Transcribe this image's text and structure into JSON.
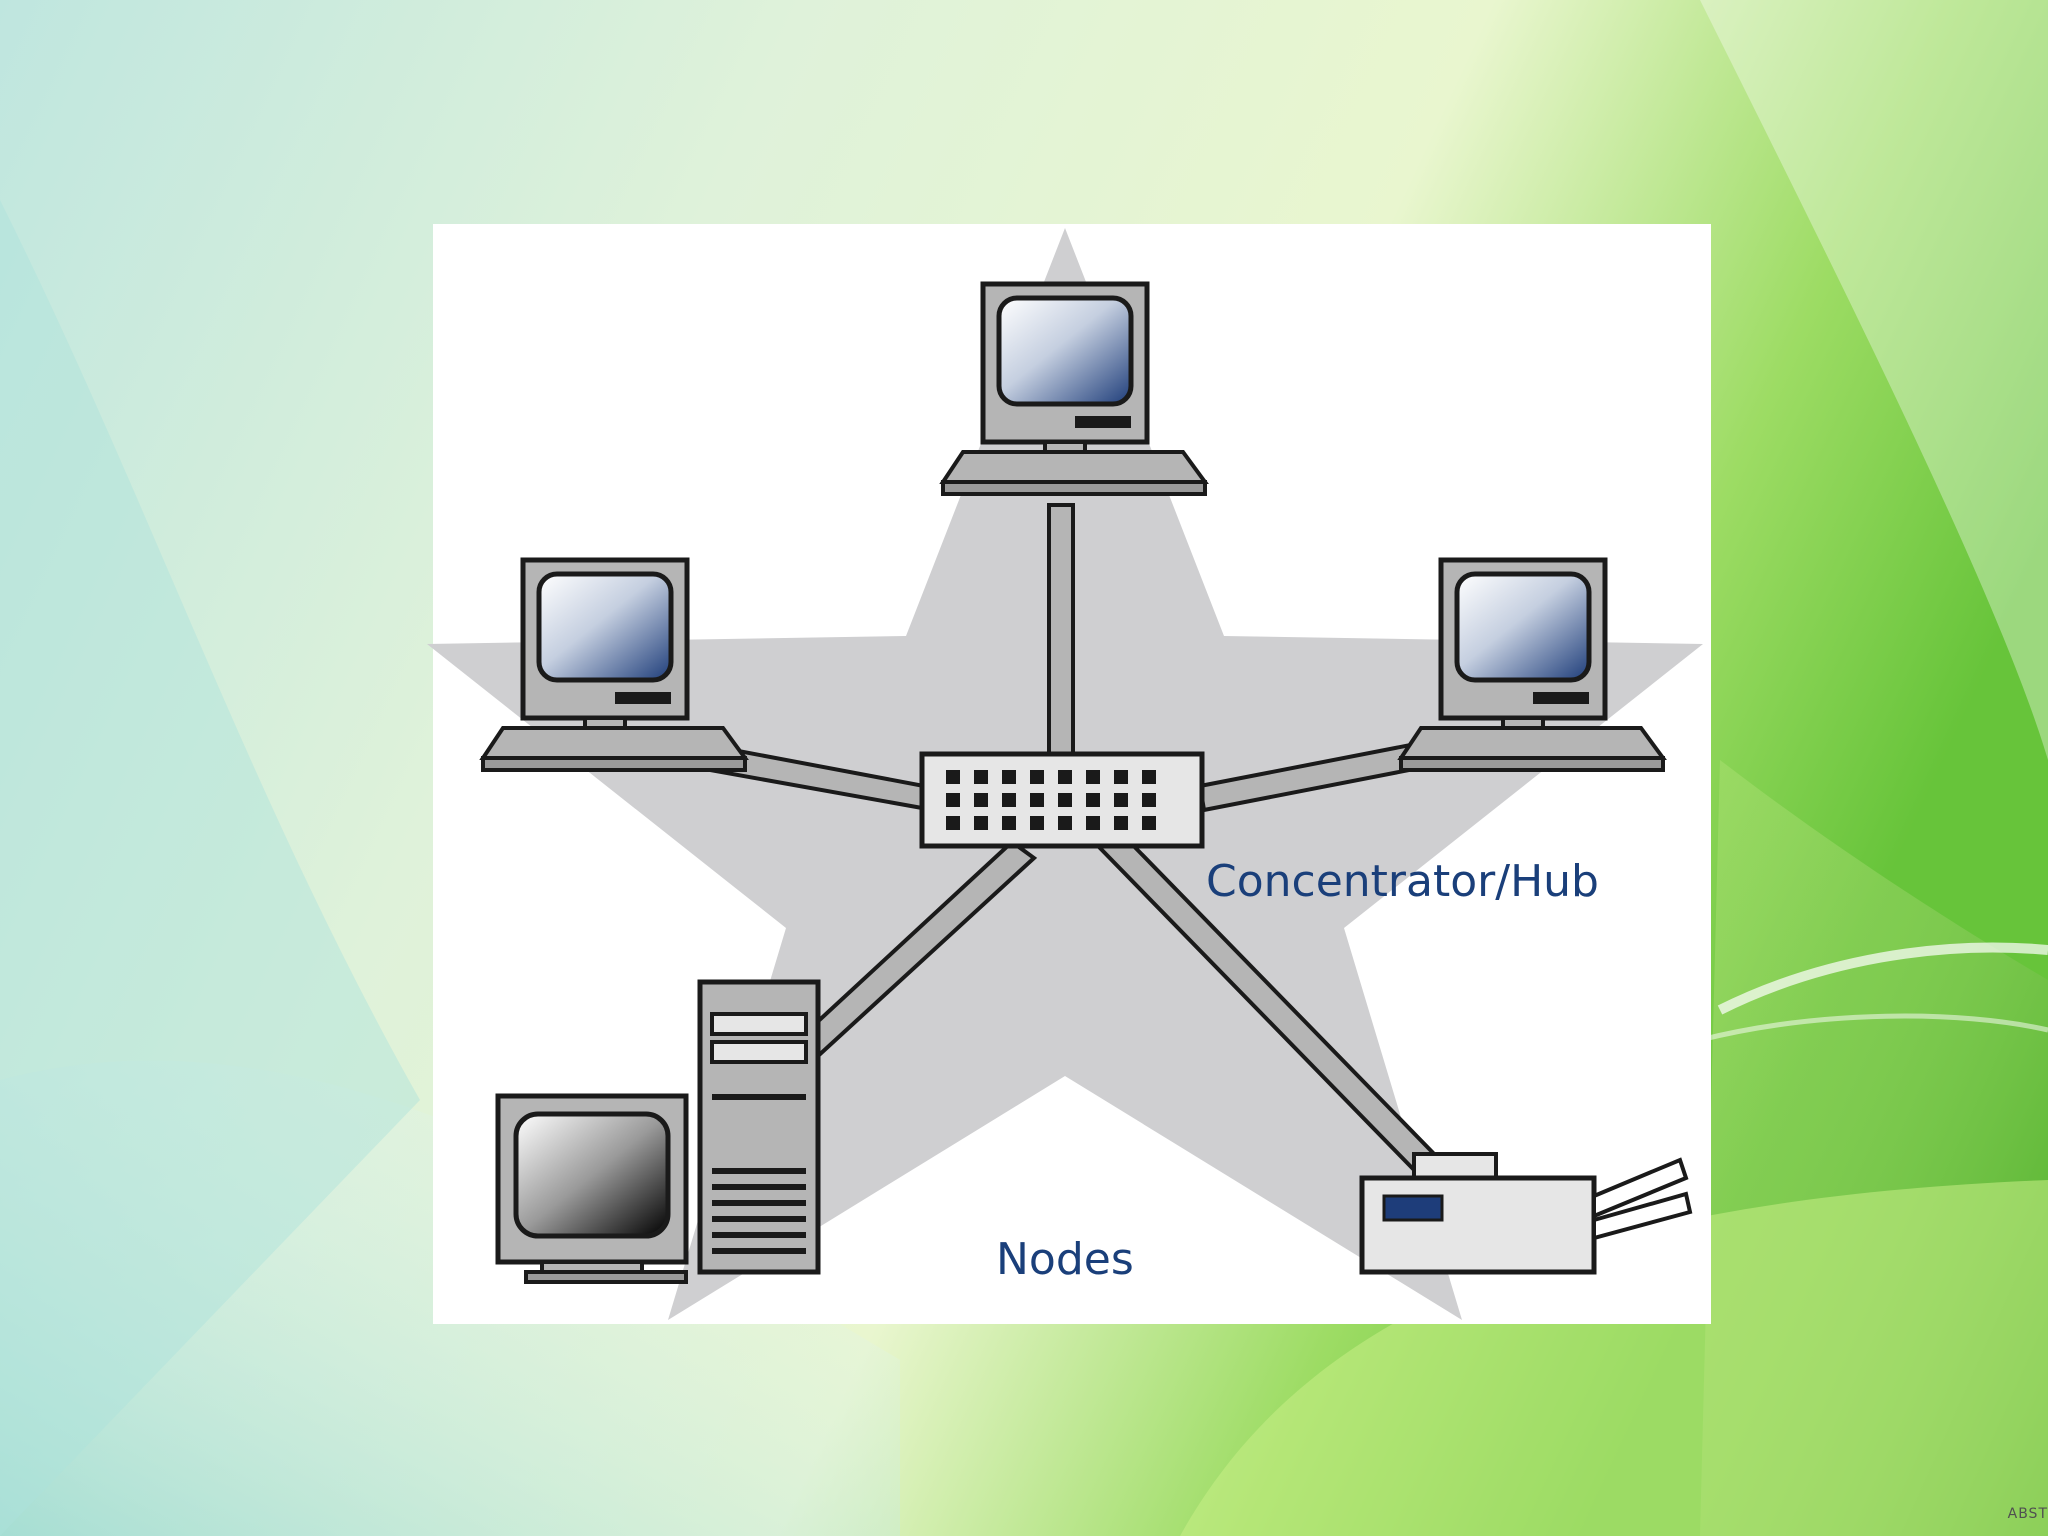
{
  "diagram": {
    "hub_label": "Concentrator/Hub",
    "nodes_label": "Nodes",
    "components": {
      "hub": "hub-icon",
      "computers": [
        "computer-top-icon",
        "computer-left-icon",
        "computer-right-icon"
      ],
      "desktop_tower": "desktop-tower-icon",
      "printer": "printer-icon",
      "background_shape": "star-shape"
    }
  },
  "watermark": "ABST",
  "colors": {
    "label_text": "#1a3f7a",
    "star": "#cfcfd1",
    "device_body": "#b5b5b5",
    "device_outline": "#1a1a1a",
    "screen_blue": "#1e3d7a",
    "panel_background": "#ffffff"
  }
}
